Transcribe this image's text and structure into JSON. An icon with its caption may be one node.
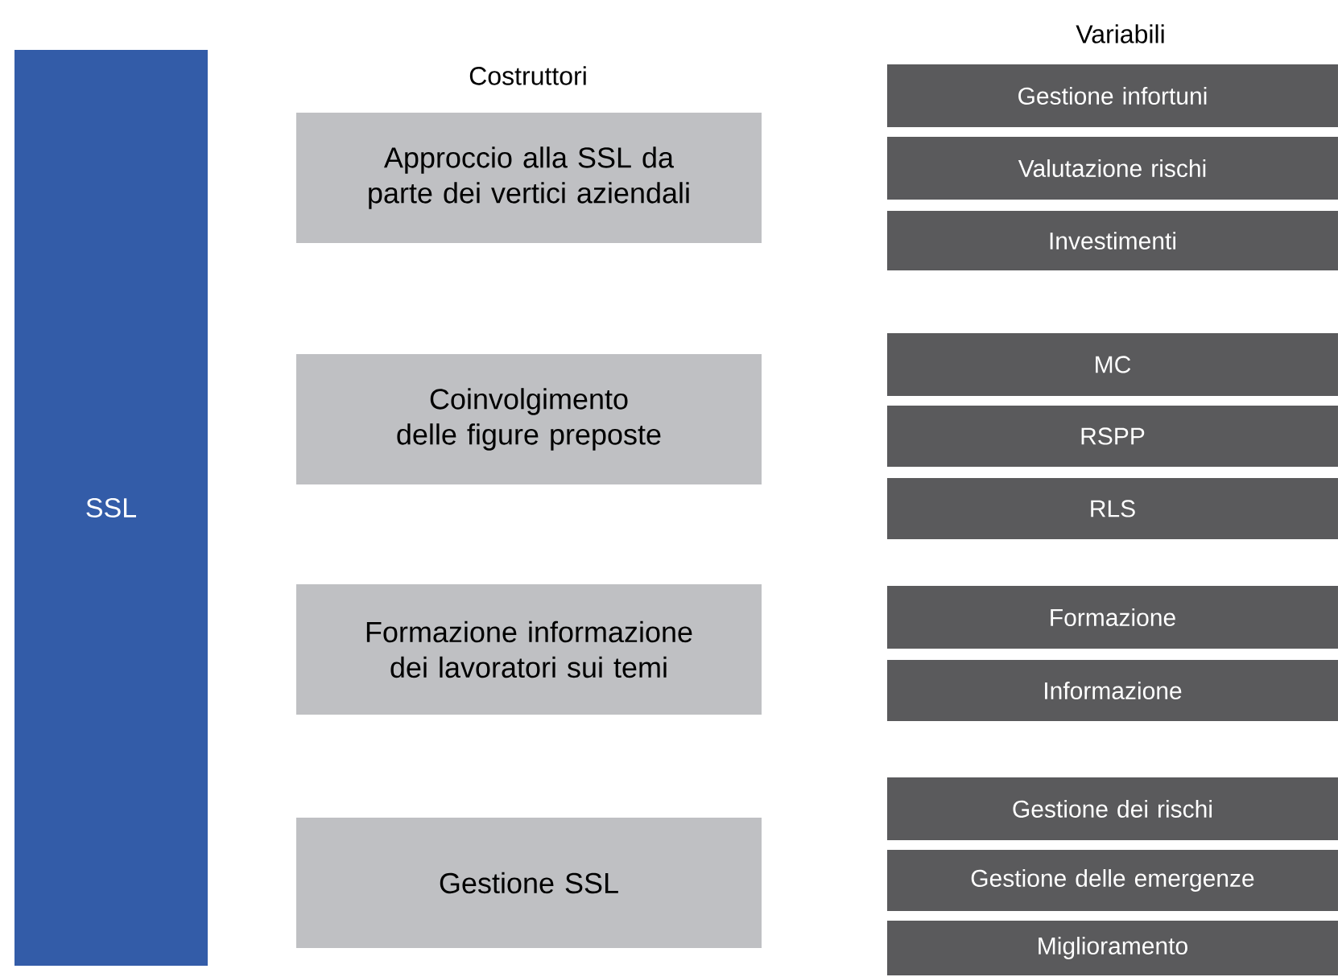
{
  "diagram": {
    "nodes": [
      {
        "text": [
          "SSL"
        ]
      },
      {
        "text": [
          "Approccio alla SSL da parte dei vertici aziendali"
        ]
      },
      {
        "text": [
          "Coinvolgimento delle figure preposte"
        ]
      },
      {
        "text": [
          "Formazione informazione dei lavoratori sui temi"
        ]
      },
      {
        "text": [
          "Gestione SSL"
        ]
      },
      {
        "text": [
          "Gestione infortuni"
        ]
      },
      {
        "text": [
          "Valutazione rischi"
        ]
      },
      {
        "text": [
          "Investimenti"
        ]
      },
      {
        "text": [
          "MC"
        ]
      },
      {
        "text": [
          "RSPP"
        ]
      },
      {
        "text": [
          "RLS"
        ]
      },
      {
        "text": [
          "Formazione"
        ]
      },
      {
        "text": [
          "Informazione"
        ]
      },
      {
        "text": [
          "Gestione dei rischi"
        ]
      },
      {
        "text": [
          "Gestione delle emergenze"
        ]
      },
      {
        "text": [
          "Miglioramento"
        ]
      }
    ],
    "labels": [
      "Variabili",
      "Costruttori"
    ]
  }
}
